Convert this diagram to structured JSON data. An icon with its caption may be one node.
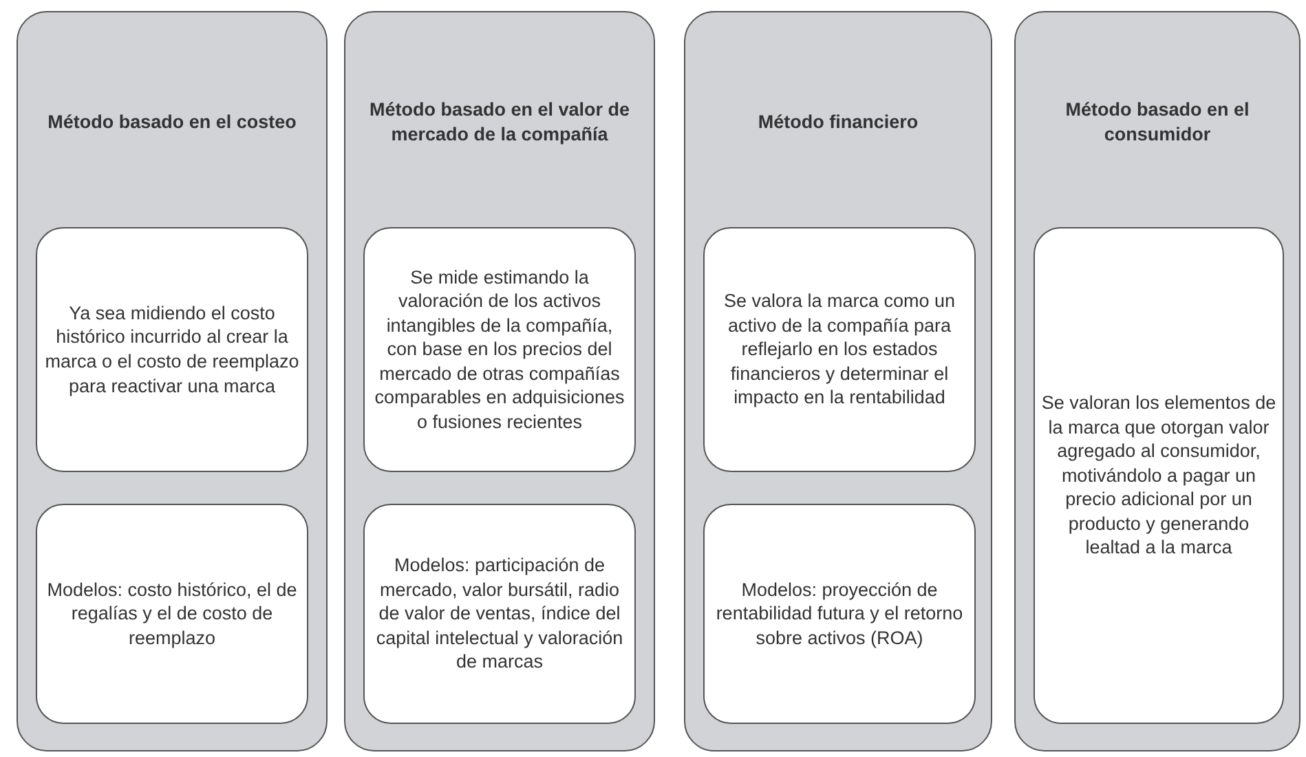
{
  "diagram": {
    "nodes": [
      {
        "text": [
          "Método basado en el costeo"
        ]
      },
      {
        "text": [
          "Ya sea midiendo el costo histórico incurrido al crear la marca o el costo de reemplazo para reactivar una marca"
        ],
        "in": 0
      },
      {
        "text": [
          "Modelos: costo histórico, el de regalías y el de costo de reemplazo"
        ],
        "in": 0
      },
      {
        "text": [
          "Método basado en el valor de mercado de la compañía"
        ]
      },
      {
        "text": [
          "Se mide estimando la valoración de los activos intangibles de la compañía, con base en los precios del mercado de otras compañías comparables en adquisiciones o fusiones recientes"
        ],
        "in": 3
      },
      {
        "text": [
          "Modelos: participación de mercado, valor bursátil, radio de valor de ventas, índice del capital intelectual y valoración de marcas"
        ],
        "in": 3
      },
      {
        "text": [
          "Método financiero"
        ]
      },
      {
        "text": [
          "Se valora la marca como un activo de la compañía para reflejarlo en los estados financieros y determinar el impacto en la rentabilidad"
        ],
        "in": 6
      },
      {
        "text": [
          "Modelos: proyección de rentabilidad futura y el retorno sobre activos (ROA)"
        ],
        "in": 6
      },
      {
        "text": [
          "Método basado en el consumidor"
        ]
      },
      {
        "text": [
          "Se valoran los elementos de la marca que otorgan valor agregado al consumidor, motivándolo a pagar un precio adicional por un producto y generando lealtad a la marca"
        ],
        "in": 9
      }
    ]
  }
}
